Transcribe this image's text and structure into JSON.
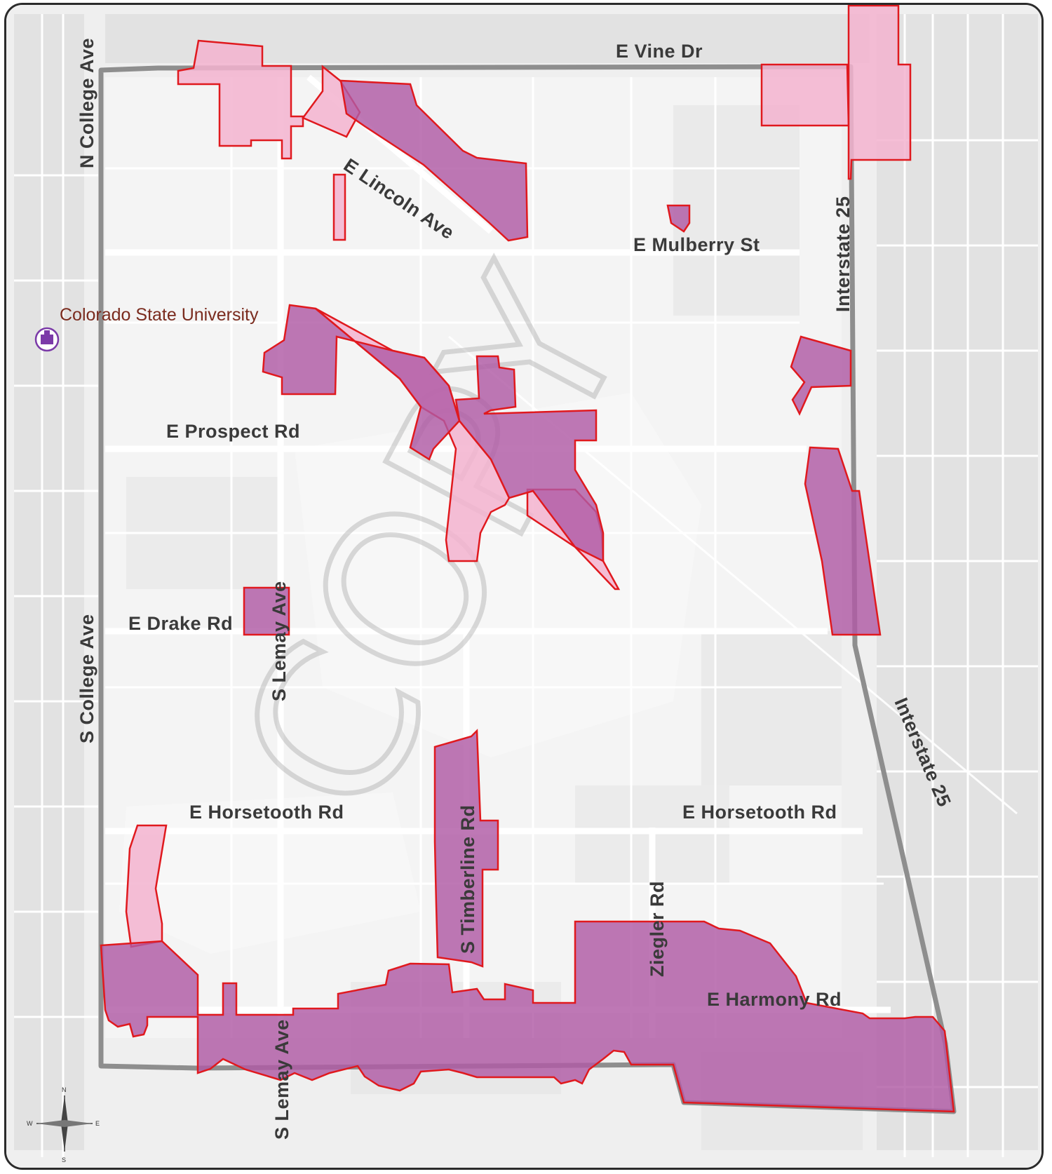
{
  "map": {
    "watermark": "COPY",
    "poi": {
      "label": "Colorado State University",
      "icon": "university-icon"
    },
    "roads": {
      "e_vine_dr": "E Vine Dr",
      "n_college_ave": "N College Ave",
      "e_lincoln_ave": "E Lincoln Ave",
      "e_mulberry_st": "E Mulberry St",
      "interstate_25_north": "Interstate 25",
      "interstate_25_south": "Interstate 25",
      "e_prospect_rd": "E Prospect Rd",
      "e_drake_rd": "E Drake Rd",
      "s_lemay_ave_north": "S Lemay Ave",
      "s_college_ave": "S College Ave",
      "e_horsetooth_rd_west": "E Horsetooth Rd",
      "e_horsetooth_rd_east": "E Horsetooth Rd",
      "s_timberline_rd": "S Timberline Rd",
      "ziegler_rd": "Ziegler Rd",
      "e_harmony_rd": "E Harmony Rd",
      "s_lemay_ave_south": "S Lemay Ave"
    },
    "compass": {
      "n": "N",
      "s": "S",
      "e": "E",
      "w": "W"
    },
    "colors": {
      "zone_dark": "#b05aa5",
      "zone_light": "#f3b3cf",
      "zone_outline": "#e0191e",
      "boundary": "#8e8e8e",
      "poi_icon": "#7b3aa8"
    }
  }
}
